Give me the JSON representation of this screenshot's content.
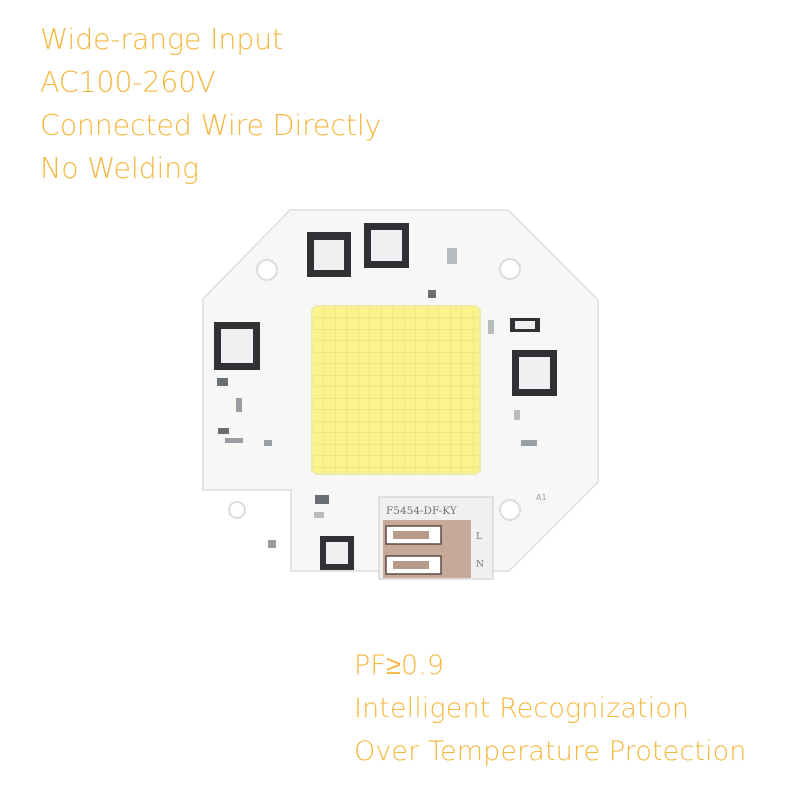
{
  "top_caption": {
    "lines": [
      "Wide-range Input",
      "AC100-260V",
      "Connected Wire Directly",
      "No Welding"
    ]
  },
  "bottom_caption": {
    "lines": [
      "PF≥0.9",
      "Intelligent Recognization",
      "Over Temperature Protection"
    ]
  },
  "product": {
    "model_label": "F5454-DF-KY",
    "terminal_labels": [
      "L",
      "N"
    ],
    "edge_marking": "A1",
    "icon": "cob-led-chip-image"
  },
  "colors": {
    "caption_text": "#f4b73f",
    "board_white": "#f7f7f6",
    "led_yellow": "#fbf48c",
    "component_dark": "#2f3134"
  }
}
